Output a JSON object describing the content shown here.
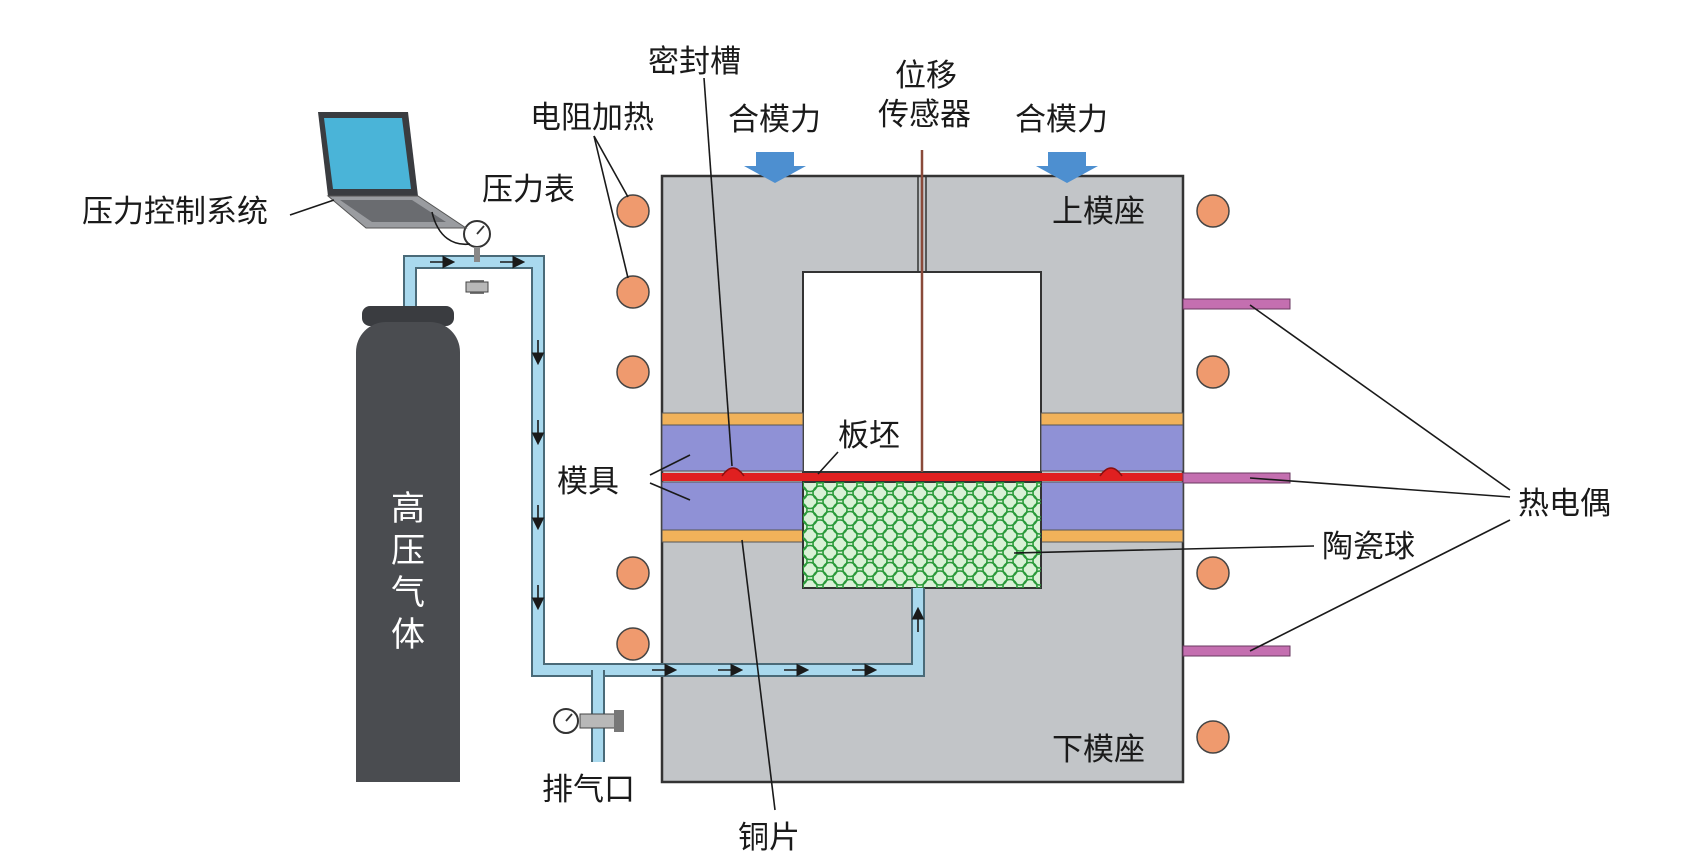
{
  "diagram": {
    "labels": {
      "pressure_control": "压力控制系统",
      "pressure_gauge": "压力表",
      "resistance_heating": "电阻加热",
      "seal_groove": "密封槽",
      "clamping_force_left": "合模力",
      "displacement_sensor_line1": "位移",
      "displacement_sensor_line2": "传感器",
      "clamping_force_right": "合模力",
      "upper_die_base": "上模座",
      "lower_die_base": "下模座",
      "blank": "板坯",
      "die": "模具",
      "thermocouple": "热电偶",
      "ceramic_balls": "陶瓷球",
      "exhaust": "排气口",
      "copper_sheet": "铜片",
      "gas_cylinder": [
        "高",
        "压",
        "气",
        "体"
      ]
    },
    "colors": {
      "die_base": "#c2c5c8",
      "die": "#8f91d6",
      "blank": "#e02020",
      "copper": "#f1b25a",
      "gas_pipe": "#a9d9ee",
      "heater": "#ef9a6e",
      "thermocouple": "#c46fb0",
      "cylinder": "#4a4c50",
      "force_arrow": "#4d8fd0",
      "ceramic_fill": "#d9f1d6",
      "ceramic_ring": "#2a9a3a"
    }
  }
}
